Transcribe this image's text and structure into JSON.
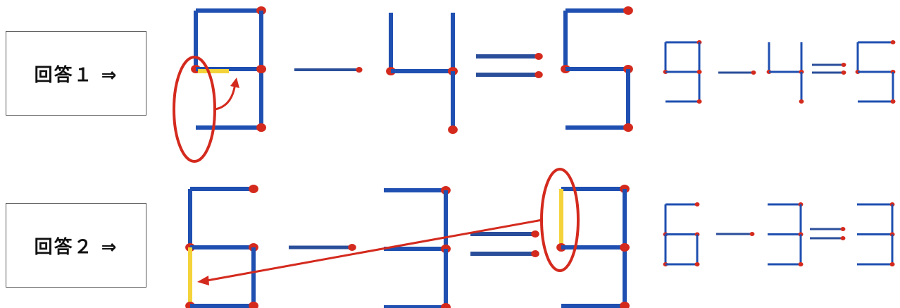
{
  "answers": [
    {
      "label": "回答１ ⇒",
      "equation_big": [
        "9",
        "−",
        "4",
        "=",
        "5"
      ],
      "equation_small": [
        "9",
        "−",
        "4",
        "=",
        "5"
      ]
    },
    {
      "label": "回答２ ⇒",
      "equation_big": [
        "6",
        "−",
        "3",
        "=",
        "9"
      ],
      "equation_small": [
        "6",
        "−",
        "3",
        "=",
        "3"
      ]
    }
  ],
  "colors": {
    "match_stick": "#1f4fb0",
    "match_head": "#d42a1e",
    "moved_stick": "#f4d33a",
    "annotation": "#d42a1e",
    "operator": "#2a4e9a"
  }
}
